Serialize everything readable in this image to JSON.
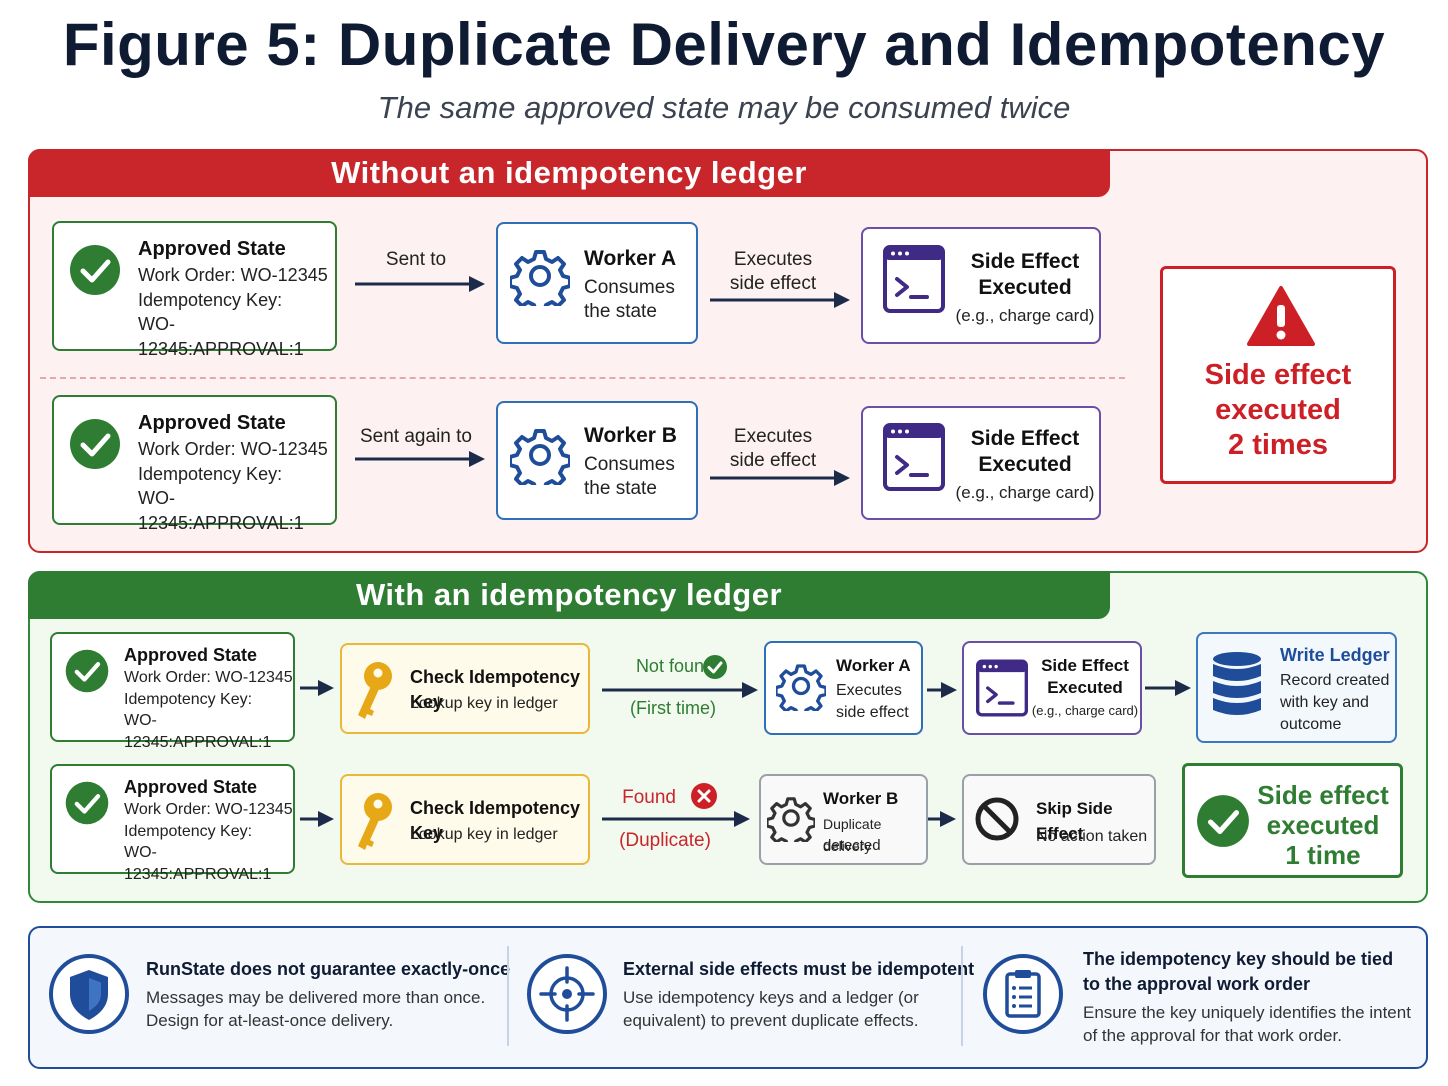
{
  "title": "Figure 5: Duplicate Delivery and Idempotency",
  "subtitle": "The same approved state may be consumed twice",
  "without": {
    "header": "Without an idempotency ledger",
    "rows": [
      {
        "state": {
          "title": "Approved State",
          "work_order": "Work Order: WO-12345",
          "key_label": "Idempotency Key:",
          "key_value": "WO-12345:APPROVAL:1"
        },
        "send_label": "Sent to",
        "worker": {
          "title": "Worker A",
          "line1": "Consumes",
          "line2": "the state"
        },
        "exec_label1": "Executes",
        "exec_label2": "side effect",
        "effect": {
          "line1": "Side Effect",
          "line2": "Executed",
          "note": "(e.g., charge card)"
        }
      },
      {
        "state": {
          "title": "Approved State",
          "work_order": "Work Order: WO-12345",
          "key_label": "Idempotency Key:",
          "key_value": "WO-12345:APPROVAL:1"
        },
        "send_label": "Sent again to",
        "worker": {
          "title": "Worker B",
          "line1": "Consumes",
          "line2": "the state"
        },
        "exec_label1": "Executes",
        "exec_label2": "side effect",
        "effect": {
          "line1": "Side Effect",
          "line2": "Executed",
          "note": "(e.g., charge card)"
        }
      }
    ],
    "result": {
      "line1": "Side effect",
      "line2": "executed",
      "line3": "2 times"
    }
  },
  "with": {
    "header": "With an idempotency ledger",
    "row1": {
      "state": {
        "title": "Approved State",
        "work_order": "Work Order: WO-12345",
        "key_label": "Idempotency Key:",
        "key_value": "WO-12345:APPROVAL:1"
      },
      "check": {
        "title": "Check Idempotency Key",
        "sub": "Lookup key in ledger"
      },
      "status": "Not found",
      "status_sub": "(First time)",
      "worker": {
        "title": "Worker A",
        "line1": "Executes",
        "line2": "side effect"
      },
      "effect": {
        "line1": "Side Effect",
        "line2": "Executed",
        "note": "(e.g., charge card)"
      },
      "ledger": {
        "title": "Write Ledger",
        "line1": "Record created",
        "line2": "with key and",
        "line3": "outcome"
      }
    },
    "row2": {
      "state": {
        "title": "Approved State",
        "work_order": "Work Order: WO-12345",
        "key_label": "Idempotency Key:",
        "key_value": "WO-12345:APPROVAL:1"
      },
      "check": {
        "title": "Check Idempotency Key",
        "sub": "Lookup key in ledger"
      },
      "status": "Found",
      "status_sub": "(Duplicate)",
      "worker": {
        "title": "Worker B",
        "line1": "Duplicate delivery",
        "line2": "detected"
      },
      "skip": {
        "title": "Skip Side Effect",
        "sub": "No action taken"
      }
    },
    "result": {
      "line1": "Side effect",
      "line2": "executed",
      "line3": "1 time"
    }
  },
  "notes": [
    {
      "title": "RunState does not guarantee exactly-once",
      "line1": "Messages may be delivered more than once.",
      "line2": "Design for at-least-once delivery."
    },
    {
      "title": "External side effects must be idempotent",
      "line1": "Use idempotency keys and a ledger (or",
      "line2": "equivalent) to prevent duplicate effects."
    },
    {
      "title1": "The idempotency key should be tied",
      "title2": "to the approval work order",
      "line1": "Ensure the key uniquely identifies the intent",
      "line2": "of the approval for that work order."
    }
  ],
  "colors": {
    "red": "#c8262b",
    "green": "#2e7d32",
    "blue": "#1f4d9a",
    "purple": "#5b3f9a",
    "yellow": "#e6a817"
  }
}
